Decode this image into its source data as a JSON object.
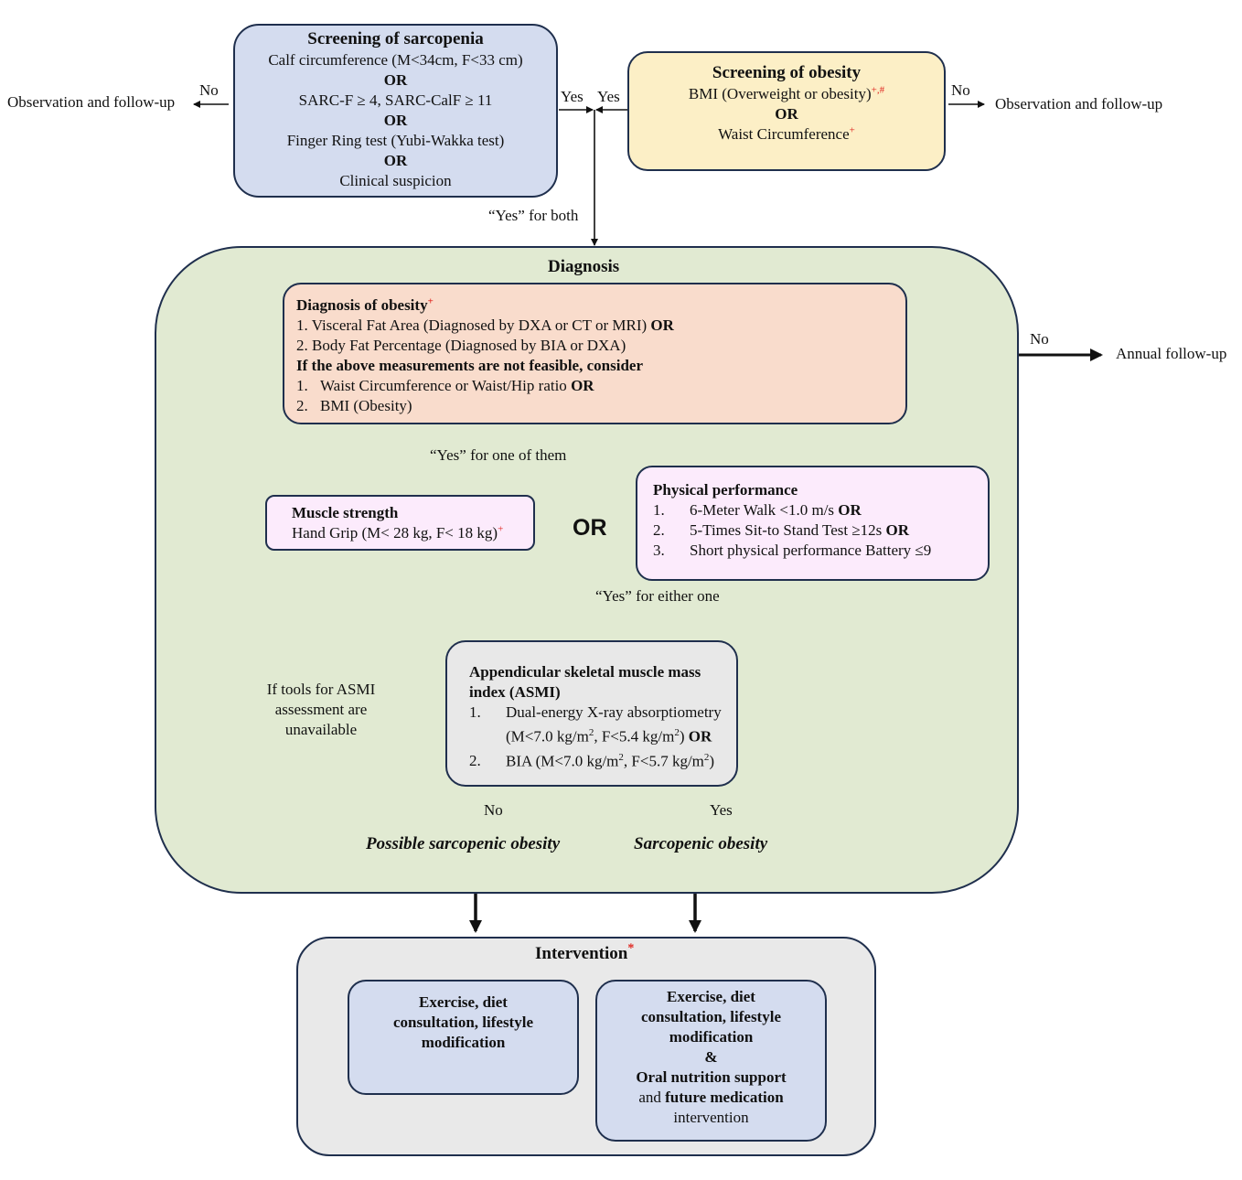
{
  "screen_sarc": {
    "title": "Screening of sarcopenia",
    "line1": "Calf circumference (M<34cm, F<33 cm)",
    "or1": "OR",
    "line2": "SARC-F ≥ 4, SARC-CalF ≥ 11",
    "or2": "OR",
    "line3": "Finger Ring test (Yubi-Wakka test)",
    "or3": "OR",
    "line4": "Clinical suspicion"
  },
  "screen_obes": {
    "title": "Screening of obesity",
    "line1": "BMI (Overweight or obesity)",
    "line1_mark": "+,#",
    "or1": "OR",
    "line2": "Waist Circumference",
    "line2_mark": "+"
  },
  "labels": {
    "left_no": "No",
    "left_obs": "Observation and follow-up",
    "yes_left": "Yes",
    "yes_right": "Yes",
    "right_no": "No",
    "right_obs": "Observation and follow-up",
    "yes_both": "“Yes” for both",
    "annual_no": "No",
    "annual": "Annual follow-up",
    "yes_one": "“Yes” for one of them",
    "or_big": "OR",
    "yes_either": "“Yes” for either one",
    "asmi_unavail_1": "If tools for ASMI",
    "asmi_unavail_2": "assessment are",
    "asmi_unavail_3": "unavailable",
    "no_label": "No",
    "yes_label": "Yes",
    "possible": "Possible sarcopenic obesity",
    "sarcopenic": "Sarcopenic obesity"
  },
  "diagnosis": {
    "title": "Diagnosis",
    "obesity_title": "Diagnosis of obesity",
    "obesity_mark": "+",
    "o1": "1. Visceral Fat Area (Diagnosed by DXA or CT or MRI)",
    "o1_or": "OR",
    "o2": "2. Body Fat Percentage (Diagnosed by BIA or DXA)",
    "o3": "If the above measurements are not feasible, consider",
    "o4_num": "1.",
    "o4": "Waist Circumference or Waist/Hip ratio",
    "o4_or": "OR",
    "o5_num": "2.",
    "o5": "BMI (Obesity)"
  },
  "muscle": {
    "title": "Muscle strength",
    "line": "Hand Grip (M< 28 kg, F< 18 kg)",
    "mark": "+"
  },
  "physical": {
    "title": "Physical performance",
    "i1_num": "1.",
    "i1": "6-Meter Walk <1.0 m/s",
    "i1_or": "OR",
    "i2_num": "2.",
    "i2": "5-Times Sit-to Stand Test ≥12s",
    "i2_or": "OR",
    "i3_num": "3.",
    "i3": "Short physical performance Battery ≤9"
  },
  "asmi": {
    "title1": "Appendicular skeletal muscle mass",
    "title2": "index (ASMI)",
    "i1_num": "1.",
    "i1a": "Dual-energy X-ray absorptiometry",
    "i1b_pre": "(M<7.0 kg/m",
    "i1b_mid": ", F<5.4 kg/m",
    "i1b_post": ")",
    "i1_or": "OR",
    "i2_num": "2.",
    "i2_pre": "BIA (M<7.0 kg/m",
    "i2_mid": ", F<5.7 kg/m",
    "i2_post": ")",
    "sup": "2"
  },
  "intervention": {
    "title": "Intervention",
    "mark": "*",
    "left_1": "Exercise, diet",
    "left_2": "consultation, lifestyle",
    "left_3": "modification",
    "right_1": "Exercise, diet",
    "right_2": "consultation, lifestyle",
    "right_3": "modification",
    "right_amp": "&",
    "right_4": "Oral nutrition support",
    "right_5a": "and",
    "right_5b": "future medication",
    "right_6": "intervention"
  },
  "colors": {
    "screen_sarc_fill": "#d4dcef",
    "screen_obes_fill": "#fcefc6",
    "diagnosis_fill": "#e1ead2",
    "obesity_fill": "#f9dccc",
    "muscle_fill": "#fcebfc",
    "asmi_fill": "#e8e8e8",
    "intervention_fill": "#e9e9e9",
    "int_inner_fill": "#d4dcef",
    "marker_red": "#e0261f",
    "border": "#1f2f4d"
  }
}
